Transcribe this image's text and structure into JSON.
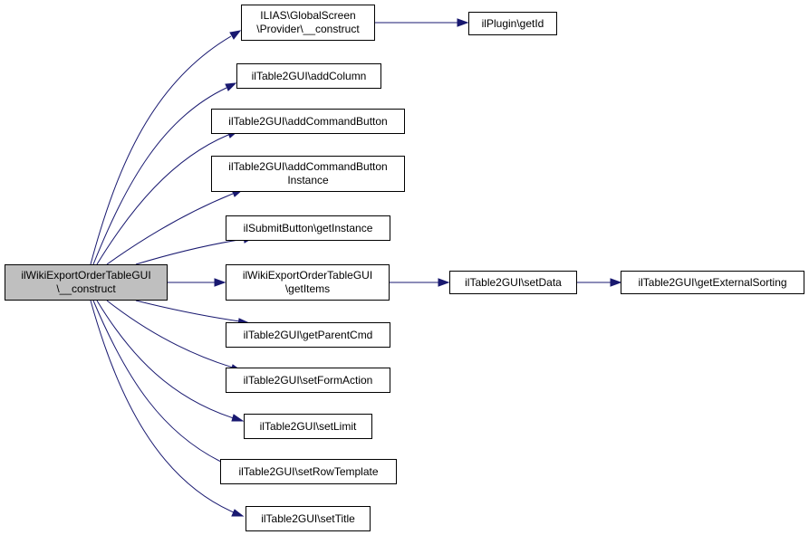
{
  "colors": {
    "edge": "#191970",
    "root_fill": "#bfbfbf",
    "node_fill": "#ffffff",
    "border": "#000000"
  },
  "nodes": {
    "root": "ilWikiExportOrderTableGUI\n\\__construct",
    "provider_construct": "ILIAS\\GlobalScreen\n\\Provider\\__construct",
    "plugin_getid": "ilPlugin\\getId",
    "add_column": "ilTable2GUI\\addColumn",
    "add_command_button": "ilTable2GUI\\addCommandButton",
    "add_command_button_instance": "ilTable2GUI\\addCommandButton\nInstance",
    "submit_get_instance": "ilSubmitButton\\getInstance",
    "get_items": "ilWikiExportOrderTableGUI\n\\getItems",
    "set_data": "ilTable2GUI\\setData",
    "get_external_sorting": "ilTable2GUI\\getExternalSorting",
    "get_parent_cmd": "ilTable2GUI\\getParentCmd",
    "set_form_action": "ilTable2GUI\\setFormAction",
    "set_limit": "ilTable2GUI\\setLimit",
    "set_row_template": "ilTable2GUI\\setRowTemplate",
    "set_title": "ilTable2GUI\\setTitle"
  }
}
